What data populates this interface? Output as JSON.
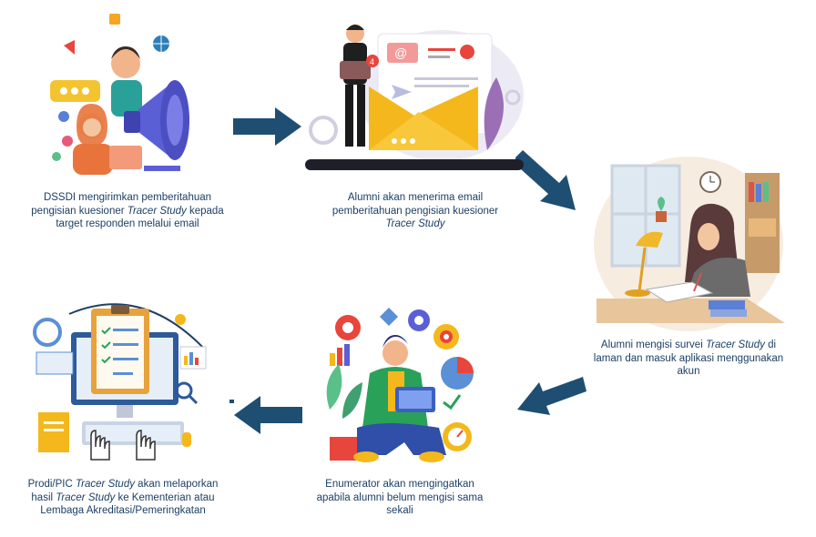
{
  "steps": [
    {
      "id": "step-1",
      "pre": "DSSDI mengirimkan pemberitahuan pengisian kuesioner ",
      "em": "Tracer Study",
      "post": "  kepada target responden melalui email"
    },
    {
      "id": "step-2",
      "pre": "Alumni akan menerima email pemberitahuan pengisian kuesioner ",
      "em": "Tracer Study",
      "post": ""
    },
    {
      "id": "step-3",
      "pre": "Alumni mengisi survei ",
      "em": "Tracer Study",
      "post": " di laman dan masuk aplikasi menggunakan akun"
    },
    {
      "id": "step-4",
      "pre": "Enumerator akan mengingatkan apabila alumni belum mengisi sama sekali",
      "em": "",
      "post": ""
    },
    {
      "id": "step-5",
      "pre": "Prodi/PIC ",
      "em": "Tracer Study",
      "post": " akan melaporkan hasil ",
      "em2": "Tracer Study",
      "post2": " ke Kementerian atau Lembaga Akreditasi/Pemeringkatan"
    }
  ],
  "badge": {
    "count": "4"
  },
  "colors": {
    "arrow": "#1f4e73",
    "caption": "#1d3f66"
  }
}
